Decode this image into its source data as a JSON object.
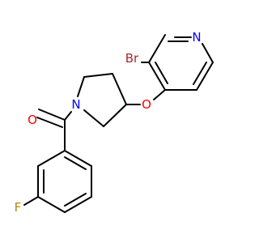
{
  "molecule": {
    "atoms": {
      "n_pyridine": {
        "symbol": "N",
        "color": "#0000ff"
      },
      "br": {
        "symbol": "Br",
        "color": "#a52a2a"
      },
      "o_ether": {
        "symbol": "O",
        "color": "#ff0000"
      },
      "n_pyrrolidine": {
        "symbol": "N",
        "color": "#0000ff"
      },
      "o_carbonyl": {
        "symbol": "O",
        "color": "#ff0000"
      },
      "f": {
        "symbol": "F",
        "color": "#b8860b"
      }
    }
  }
}
